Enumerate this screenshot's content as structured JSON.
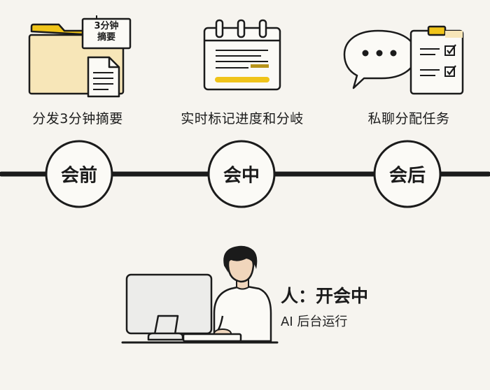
{
  "stages": [
    {
      "label": "会前",
      "caption": "分发3分钟摘要"
    },
    {
      "label": "会中",
      "caption": "实时标记进度和分岐"
    },
    {
      "label": "会后",
      "caption": "私聊分配任务"
    }
  ],
  "folder_note": {
    "line1": "3分钟",
    "line2": "摘要"
  },
  "person": {
    "title": "人：开会中",
    "subtitle": "AI 后台运行"
  },
  "colors": {
    "accent_yellow": "#f0c419",
    "ink": "#1b1b1b",
    "paper": "#f6f4ef",
    "folder": "#f7e6b8"
  }
}
